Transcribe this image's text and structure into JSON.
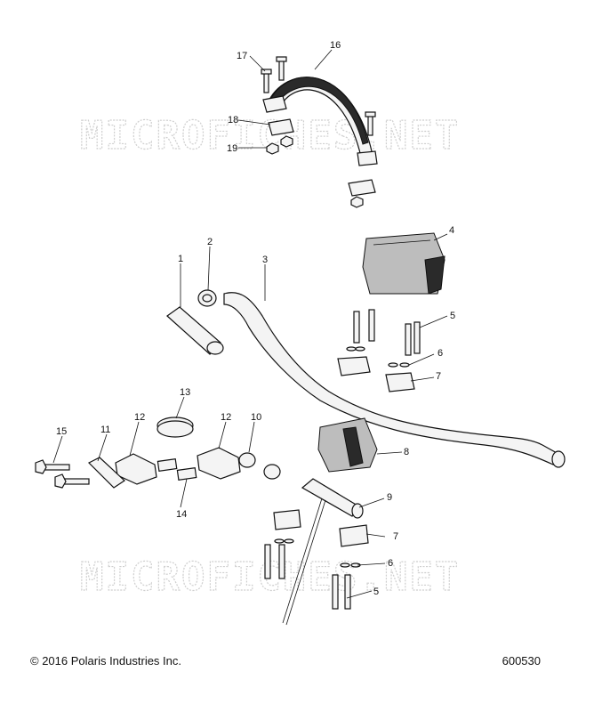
{
  "watermark": "MICROFICHES.NET",
  "footer": {
    "copyright": "© 2016 Polaris Industries Inc.",
    "drawing_number": "600530"
  },
  "callouts": [
    "1",
    "2",
    "3",
    "4",
    "5",
    "5",
    "6",
    "6",
    "7",
    "7",
    "8",
    "9",
    "10",
    "11",
    "12",
    "12",
    "13",
    "14",
    "15",
    "16",
    "17",
    "18",
    "19"
  ]
}
